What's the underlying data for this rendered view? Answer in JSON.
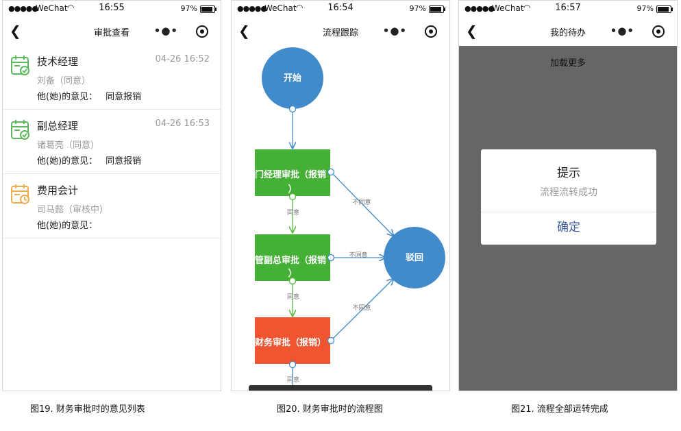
{
  "status": {
    "signal": "●●●●●",
    "carrier": "WeChat",
    "battery": "97%",
    "times": [
      "16:55",
      "16:54",
      "16:57"
    ]
  },
  "phone1": {
    "title": "审批查看",
    "items": [
      {
        "role": "技术经理",
        "time": "04-26 16:52",
        "person": "刘备（同意）",
        "opinion_label": "他(她)的意见：",
        "opinion": "同意报销",
        "icon": "calendar-check-icon",
        "color": "#5cb85c"
      },
      {
        "role": "副总经理",
        "time": "04-26 16:53",
        "person": "诸葛亮（同意）",
        "opinion_label": "他(她)的意见：",
        "opinion": "同意报销",
        "icon": "calendar-check-icon",
        "color": "#5cb85c"
      },
      {
        "role": "费用会计",
        "time": "",
        "person": "司马懿（审核中）",
        "opinion_label": "他(她)的意见：",
        "opinion": "",
        "icon": "calendar-clock-icon",
        "color": "#f0ad4e"
      }
    ]
  },
  "phone2": {
    "title": "流程跟踪",
    "nodes": {
      "start": "开始",
      "dept": "门经理审批（报销",
      "dept_tail": "）",
      "vp": "管副总审批（报销",
      "vp_tail": "）",
      "finance": "财务审批（报销）",
      "reject": "驳回"
    },
    "edge_agree": "同意",
    "edge_disagree": "不同意",
    "colors": {
      "circle": "#428bca",
      "done": "#44b035",
      "current": "#ee5530",
      "edge_done": "#55b83f",
      "edge": "#428bca"
    }
  },
  "phone3": {
    "title": "我的待办",
    "load_more": "加载更多",
    "dialog": {
      "title": "提示",
      "message": "流程流转成功",
      "button": "确定"
    }
  },
  "captions": [
    "图19. 财务审批时的意见列表",
    "图20. 财务审批时的流程图",
    "图21. 流程全部运转完成"
  ]
}
